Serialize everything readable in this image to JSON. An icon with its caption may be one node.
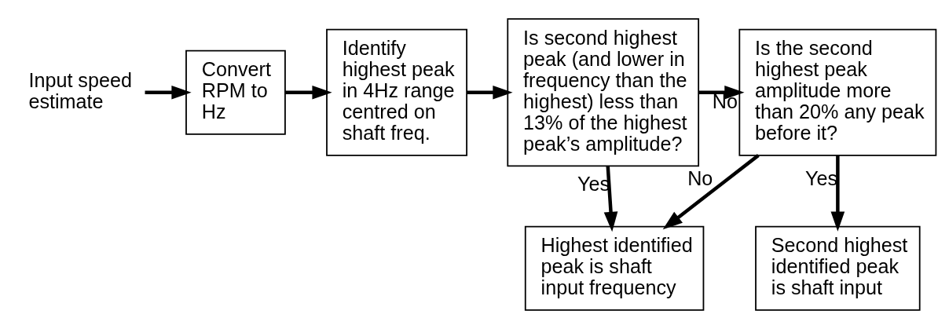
{
  "diagram": {
    "nodes": [
      {
        "text": [
          "Input speed estimate"
        ]
      },
      {
        "text": [
          "Convert RPM to Hz"
        ]
      },
      {
        "text": [
          "Identify highest peak in 4Hz range centred on shaft freq."
        ]
      },
      {
        "text": [
          "Is second highest peak (and lower in frequency than the highest) less than 13% of the highest peak’s amplitude?"
        ]
      },
      {
        "text": [
          "Is the second highest peak amplitude more than 20% any peak before it?"
        ]
      },
      {
        "text": [
          "Highest identified peak is shaft input frequency"
        ]
      },
      {
        "text": [
          "Second highest identified peak is shaft input"
        ]
      }
    ],
    "edges": [
      {
        "from": 0,
        "to": 1,
        "arrow": "to"
      },
      {
        "from": 1,
        "to": 2,
        "arrow": "to"
      },
      {
        "from": 2,
        "to": 3,
        "arrow": "to"
      },
      {
        "from": 3,
        "to": 4,
        "arrow": "to",
        "label": "No"
      },
      {
        "from": 3,
        "to": 5,
        "arrow": "to",
        "label": "Yes"
      },
      {
        "from": 4,
        "to": 5,
        "arrow": "to",
        "label": "No"
      },
      {
        "from": 4,
        "to": 6,
        "arrow": "to",
        "label": "Yes"
      }
    ]
  }
}
